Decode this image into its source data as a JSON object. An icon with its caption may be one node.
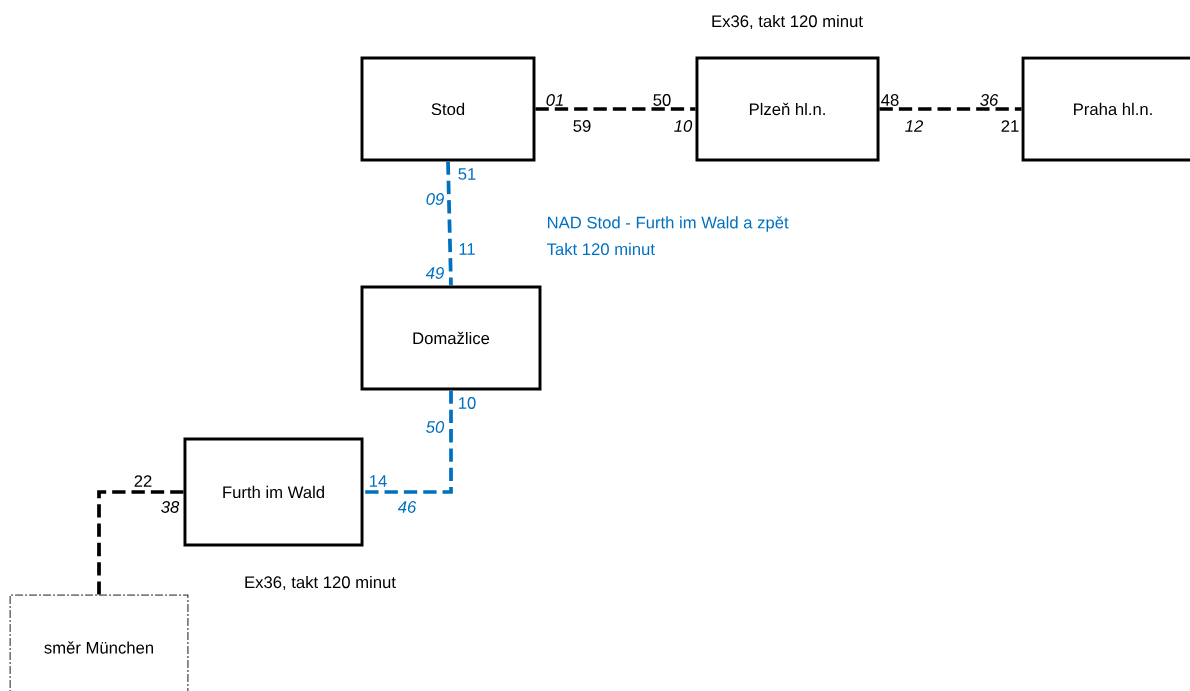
{
  "diagram": {
    "nodes": [
      {
        "text": [
          "Stod"
        ]
      },
      {
        "text": [
          "Plzeň hl.n."
        ]
      },
      {
        "text": [
          "Praha hl.n."
        ]
      },
      {
        "text": [
          "Domažlice"
        ]
      },
      {
        "text": [
          "Furth im Wald"
        ]
      },
      {
        "text": [
          "směr München"
        ]
      }
    ],
    "edges": [
      {
        "from": 0,
        "to": 1,
        "arrow": "none",
        "style": "dashed"
      },
      {
        "from": 1,
        "to": 2,
        "arrow": "none",
        "style": "dashed"
      },
      {
        "from": 0,
        "to": 3,
        "arrow": "none",
        "style": "dashed",
        "color": "#0070c0"
      },
      {
        "from": 3,
        "to": 4,
        "arrow": "none",
        "style": "dashed",
        "color": "#0070c0"
      },
      {
        "from": 4,
        "to": 5,
        "arrow": "none",
        "style": "dashed"
      }
    ],
    "labels": [
      "Ex36, takt 120 minut",
      "01",
      "50",
      "48",
      "36",
      "59",
      "10",
      "12",
      "21",
      "51",
      "09",
      "NAD Stod - Furth im Wald a zpět",
      "11",
      "Takt 120 minut",
      "49",
      "10",
      "50",
      "22",
      "14",
      "38",
      "46",
      "Ex36, takt 120 minut"
    ]
  }
}
